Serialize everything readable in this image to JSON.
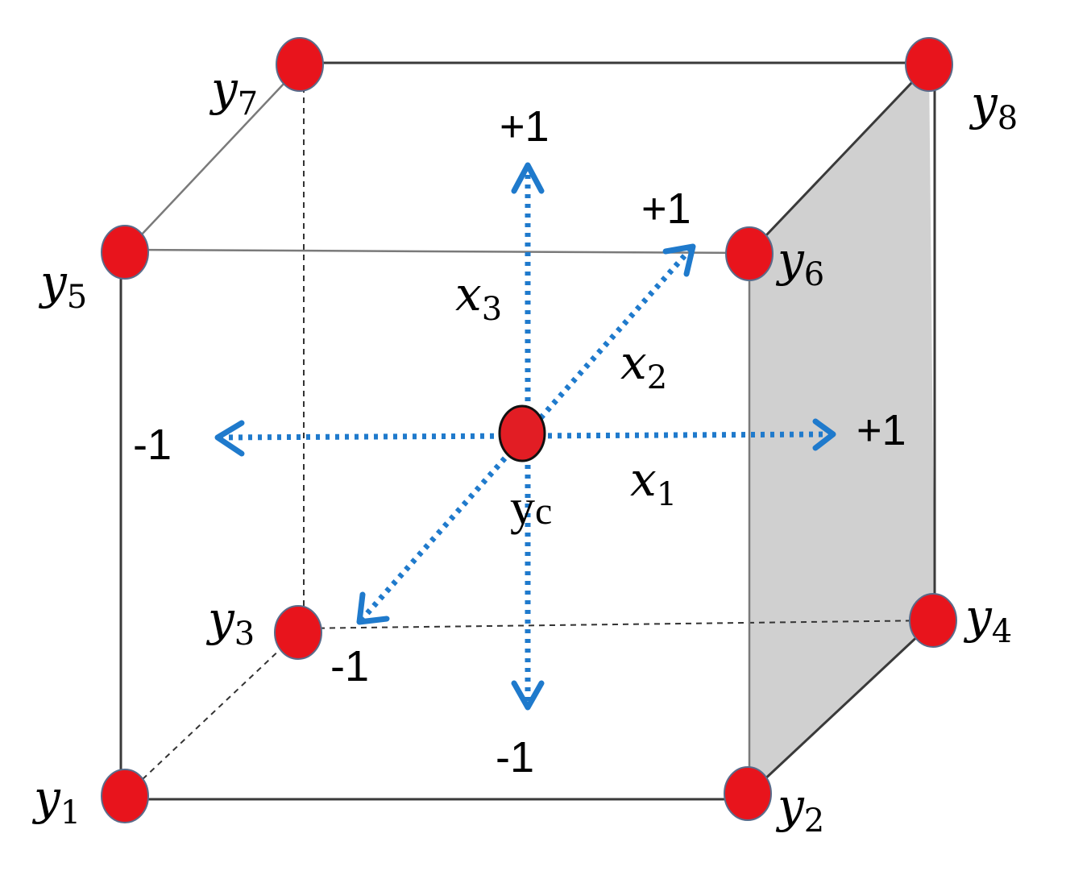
{
  "colors": {
    "vertex": "#e8141c",
    "axis": "#1f7acc",
    "shaded_face": "#d0d0d0",
    "edge": "#3a3a3a"
  },
  "vertices": {
    "y1": {
      "base": "y",
      "sub": "1"
    },
    "y2": {
      "base": "y",
      "sub": "2"
    },
    "y3": {
      "base": "y",
      "sub": "3"
    },
    "y4": {
      "base": "y",
      "sub": "4"
    },
    "y5": {
      "base": "y",
      "sub": "5"
    },
    "y6": {
      "base": "y",
      "sub": "6"
    },
    "y7": {
      "base": "y",
      "sub": "7"
    },
    "y8": {
      "base": "y",
      "sub": "8"
    }
  },
  "center": {
    "base": "y",
    "sub": "c"
  },
  "axes": {
    "x1": {
      "base": "x",
      "sub": "1",
      "plus": "+1",
      "minus": "-1"
    },
    "x2": {
      "base": "x",
      "sub": "2",
      "plus": "+1",
      "minus": "-1"
    },
    "x3": {
      "base": "x",
      "sub": "3",
      "plus": "+1",
      "minus": "-1"
    }
  }
}
